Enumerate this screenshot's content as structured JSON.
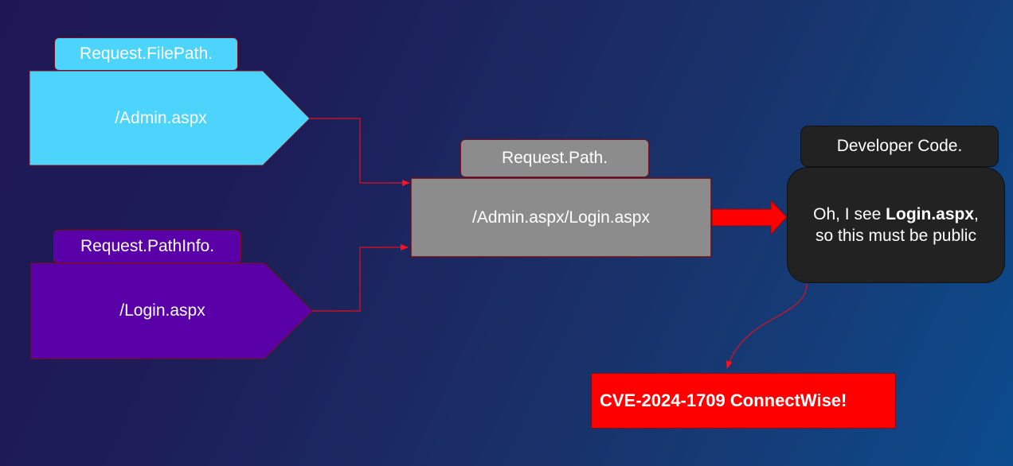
{
  "colors": {
    "file_path": "#4dd4fd",
    "path_info": "#5a00a8",
    "path": "#8c8c8c",
    "developer": "#222222",
    "cve": "#ff0000",
    "connector": "#e0101e"
  },
  "nodes": {
    "file_path": {
      "tab_label": "Request.FilePath.",
      "value": "/Admin.aspx"
    },
    "path_info": {
      "tab_label": "Request.PathInfo.",
      "value": "/Login.aspx"
    },
    "path": {
      "tab_label": "Request.Path.",
      "value": "/Admin.aspx/Login.aspx"
    },
    "developer": {
      "tab_label": "Developer Code.",
      "line1_prefix": "Oh, I see ",
      "line1_bold": "Login.aspx",
      "line1_suffix": ",",
      "line2": "so this must be public"
    },
    "cve": {
      "label": "CVE-2024-1709 ConnectWise!"
    }
  },
  "edges": [
    {
      "from": "file_path",
      "to": "path",
      "style": "elbow-arrow"
    },
    {
      "from": "path_info",
      "to": "path",
      "style": "elbow-arrow"
    },
    {
      "from": "path",
      "to": "developer",
      "style": "block-arrow"
    },
    {
      "from": "developer",
      "to": "cve",
      "style": "curved-arrow"
    }
  ]
}
